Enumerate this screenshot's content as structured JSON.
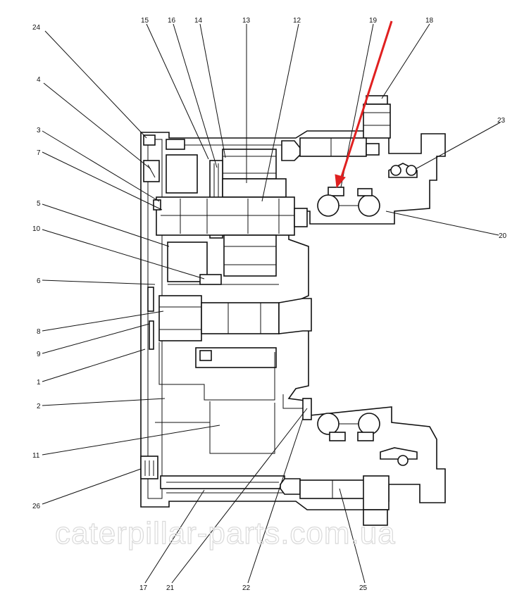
{
  "callouts": {
    "c1": "1",
    "c2": "2",
    "c3": "3",
    "c4": "4",
    "c5": "5",
    "c6": "6",
    "c7": "7",
    "c8": "8",
    "c9": "9",
    "c10": "10",
    "c11": "11",
    "c12": "12",
    "c13": "13",
    "c14": "14",
    "c15": "15",
    "c16": "16",
    "c17": "17",
    "c18": "18",
    "c19": "19",
    "c20": "20",
    "c21": "21",
    "c22": "22",
    "c23": "23",
    "c24": "24",
    "c25": "25",
    "c26": "26"
  },
  "watermark": "caterpillar-parts.com.ua",
  "colors": {
    "line": "#111111",
    "highlight_arrow": "#e02020",
    "watermark": "#d9d9d9"
  }
}
